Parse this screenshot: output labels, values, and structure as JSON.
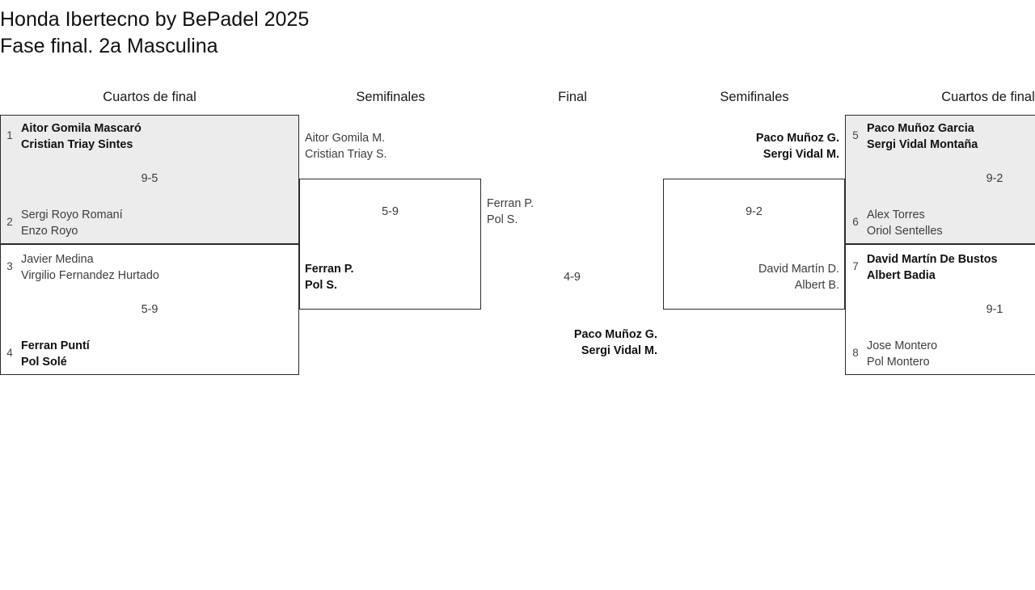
{
  "title": "Honda Ibertecno by BePadel 2025\nFase final. 2a Masculina",
  "colors": {
    "shaded_row": "#ececec",
    "border": "#2b2b2b",
    "text": "#3d3d3d",
    "winner_text": "#111111",
    "page_background": "#ffffff"
  },
  "headers": {
    "qf_left": "Cuartos de final",
    "sf_left": "Semifinales",
    "final": "Final",
    "sf_right": "Semifinales",
    "qf_right": "Cuartos de final"
  },
  "quarterfinals_left": [
    {
      "shaded": true,
      "score": "9-5",
      "top": {
        "seed": "1",
        "line1": "Aitor Gomila Mascaró",
        "line2": "Cristian Triay Sintes",
        "winner": true
      },
      "bottom": {
        "seed": "2",
        "line1": "Sergi Royo Romaní",
        "line2": "Enzo Royo",
        "winner": false
      }
    },
    {
      "shaded": false,
      "score": "5-9",
      "top": {
        "seed": "3",
        "line1": "Javier Medina",
        "line2": "Virgilio Fernandez Hurtado",
        "winner": false
      },
      "bottom": {
        "seed": "4",
        "line1": "Ferran Puntí",
        "line2": "Pol Solé",
        "winner": true
      }
    }
  ],
  "semifinal_left": {
    "score": "5-9",
    "top": {
      "line1": "Aitor Gomila M.",
      "line2": "Cristian Triay S.",
      "winner": false
    },
    "bottom": {
      "line1": "Ferran P.",
      "line2": "Pol S.",
      "winner": true
    }
  },
  "final": {
    "score": "4-9",
    "top": {
      "line1": "Ferran P.",
      "line2": "Pol S.",
      "winner": false
    },
    "bottom": {
      "line1": "Paco Muñoz G.",
      "line2": "Sergi Vidal M.",
      "winner": true
    }
  },
  "semifinal_right": {
    "score": "9-2",
    "top": {
      "line1": "Paco Muñoz G.",
      "line2": "Sergi Vidal M.",
      "winner": true
    },
    "bottom": {
      "line1": "David Martín D.",
      "line2": "Albert B.",
      "winner": false
    }
  },
  "quarterfinals_right": [
    {
      "shaded": true,
      "score": "9-2",
      "top": {
        "seed": "5",
        "line1": "Paco Muñoz Garcia",
        "line2": "Sergi Vidal Montaña",
        "winner": true
      },
      "bottom": {
        "seed": "6",
        "line1": "Alex Torres",
        "line2": "Oriol Sentelles",
        "winner": false
      }
    },
    {
      "shaded": false,
      "score": "9-1",
      "top": {
        "seed": "7",
        "line1": "David Martín De Bustos",
        "line2": "Albert Badia",
        "winner": true
      },
      "bottom": {
        "seed": "8",
        "line1": "Jose Montero",
        "line2": "Pol Montero",
        "winner": false
      }
    }
  ]
}
